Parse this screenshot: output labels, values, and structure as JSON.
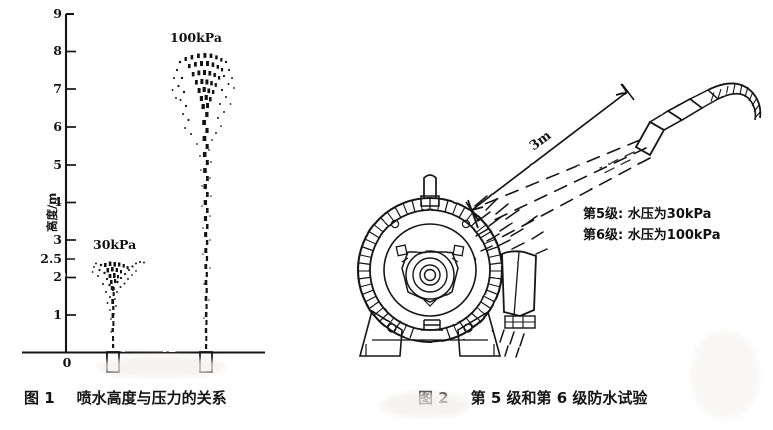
{
  "figure1": {
    "caption_number": "图 1",
    "caption_text": "喷水高度与压力的关系",
    "y_axis_title": "高度/m",
    "y_ticks": [
      "9",
      "8",
      "7",
      "6",
      "5",
      "4",
      "3",
      "2.5",
      "2",
      "1",
      "0"
    ],
    "jets": [
      {
        "label": "30kPa",
        "height_m": 2.5
      },
      {
        "label": "100kPa",
        "height_m": 8
      }
    ]
  },
  "figure2": {
    "caption_number": "图 2",
    "caption_text": "第 5 级和第 6 级防水试验",
    "dimension_label": "3m",
    "notes": [
      "第5级: 水压为30kPa",
      "第6级: 水压为100kPa"
    ]
  },
  "chart_data": {
    "type": "bar",
    "title": "喷水高度与压力的关系",
    "xlabel": "",
    "ylabel": "高度/m",
    "categories": [
      "30kPa",
      "100kPa"
    ],
    "values": [
      2.5,
      8
    ],
    "ylim": [
      0,
      9
    ],
    "yticks": [
      0,
      1,
      2,
      2.5,
      3,
      4,
      5,
      6,
      7,
      8,
      9
    ],
    "grid": false,
    "legend": "none",
    "annotations": [
      "30kPa",
      "100kPa"
    ]
  },
  "colors": {
    "ink": "#141414",
    "background": "#ffffff"
  }
}
